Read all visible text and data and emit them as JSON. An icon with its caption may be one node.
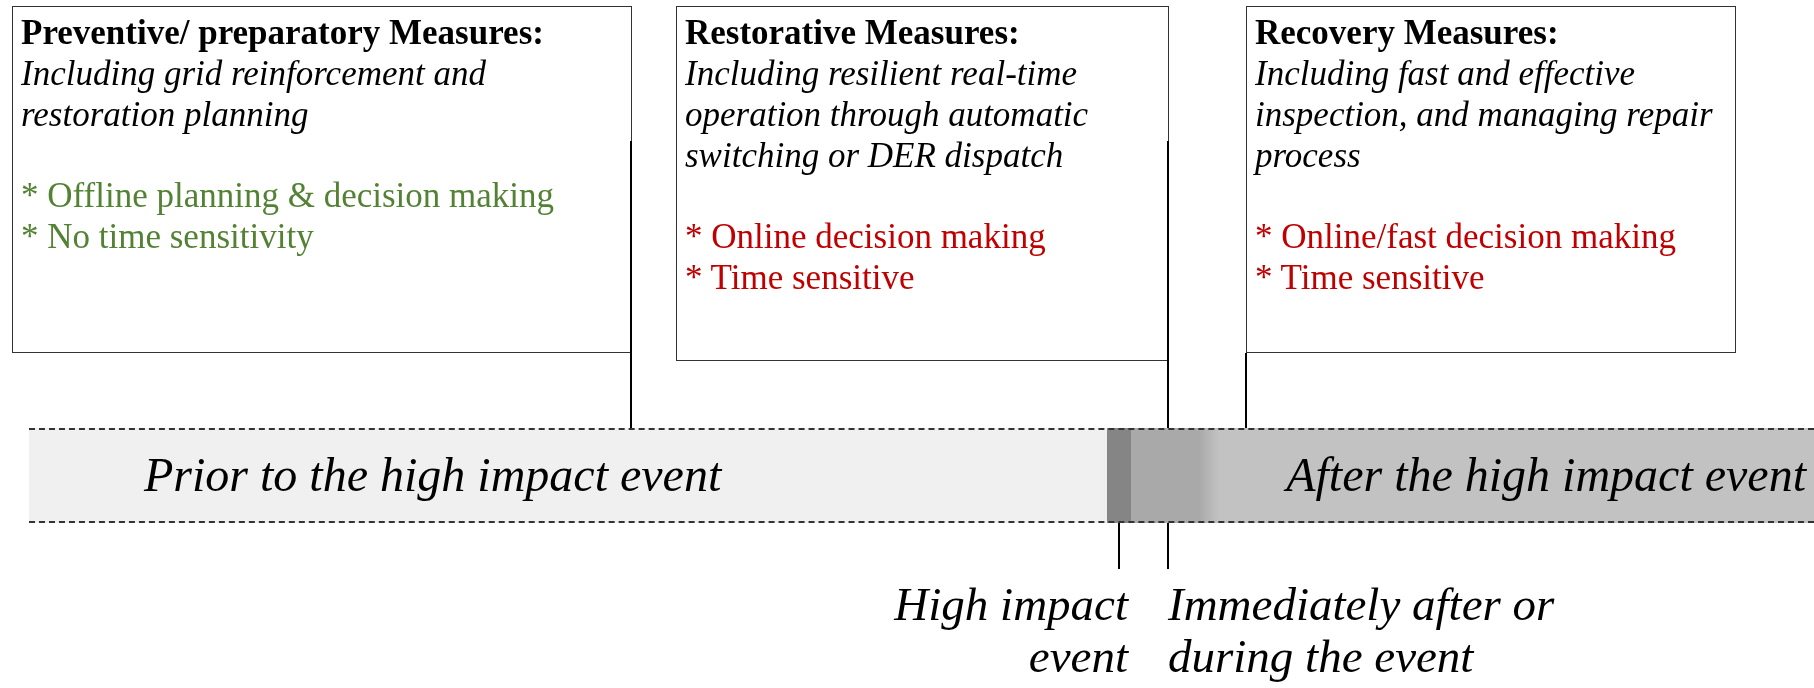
{
  "diagram": {
    "nodes": [
      {
        "text": [
          "Preventive/ preparatory Measures:",
          "Including grid reinforcement and restoration planning",
          "* Offline planning & decision making",
          "* No time sensitivity"
        ]
      },
      {
        "text": [
          "Restorative Measures:",
          "Including resilient real-time operation through automatic switching or DER dispatch",
          "* Online decision making",
          "* Time sensitive"
        ]
      },
      {
        "text": [
          "Recovery Measures:",
          "Including fast and effective inspection, and managing repair process",
          "* Online/fast decision making",
          "* Time sensitive"
        ]
      },
      {
        "text": [
          "Prior to the high impact event",
          "After the high impact event"
        ]
      },
      {
        "text": [
          "High impact event"
        ]
      },
      {
        "text": [
          "Immediately after or during the event"
        ]
      }
    ],
    "edges": [
      {
        "from": 0,
        "to": 3,
        "arrow": "none"
      },
      {
        "from": 1,
        "to": 3,
        "arrow": "none"
      },
      {
        "from": 2,
        "to": 3,
        "arrow": "none"
      },
      {
        "from": 4,
        "to": 3,
        "arrow": "none"
      },
      {
        "from": 5,
        "to": 3,
        "arrow": "none"
      }
    ]
  }
}
